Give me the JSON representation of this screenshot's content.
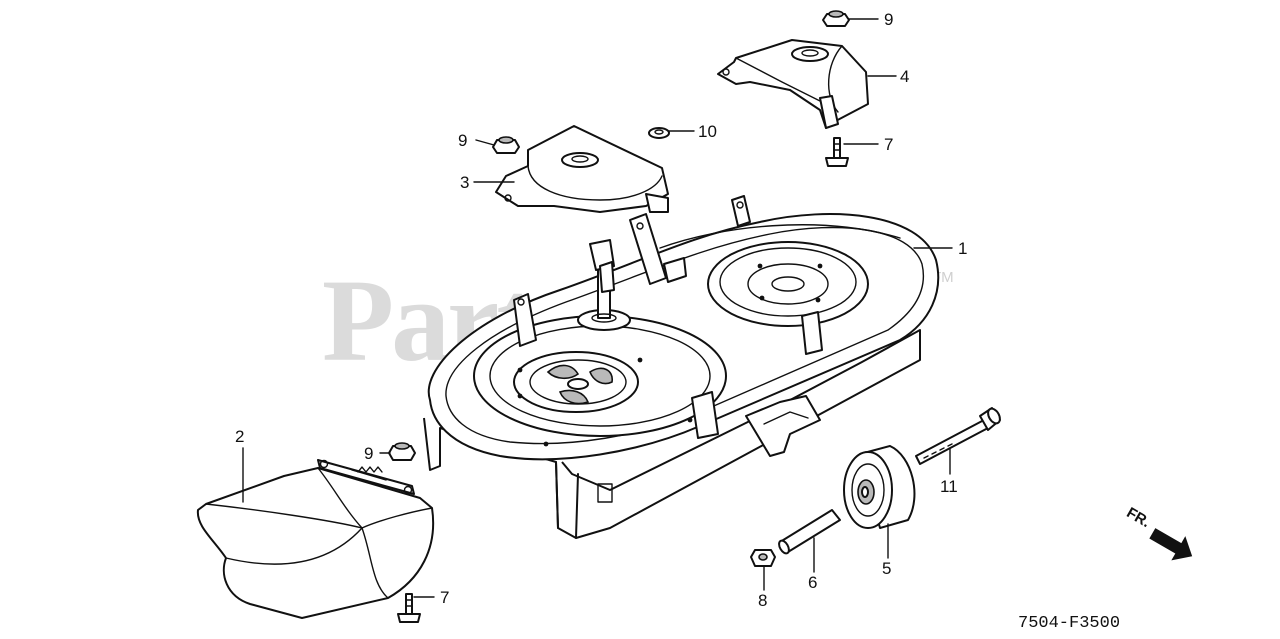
{
  "watermark": {
    "text": "PartsTree",
    "trademark": "TM"
  },
  "diagram_code": "7504-F3500",
  "direction_indicator": "FR.",
  "callouts": {
    "deck": "1",
    "pulley_cover_left": "3",
    "pulley_cover_right": "4",
    "discharge_chute": "2",
    "roller": "5",
    "roller_shaft": "6",
    "bolt_right_cover": "7",
    "bolt_chute": "7",
    "nut_roller": "8",
    "nut_right_cover": "9",
    "nut_left_cover": "9",
    "nut_chute": "9",
    "washer": "10",
    "roller_bolt": "11"
  }
}
